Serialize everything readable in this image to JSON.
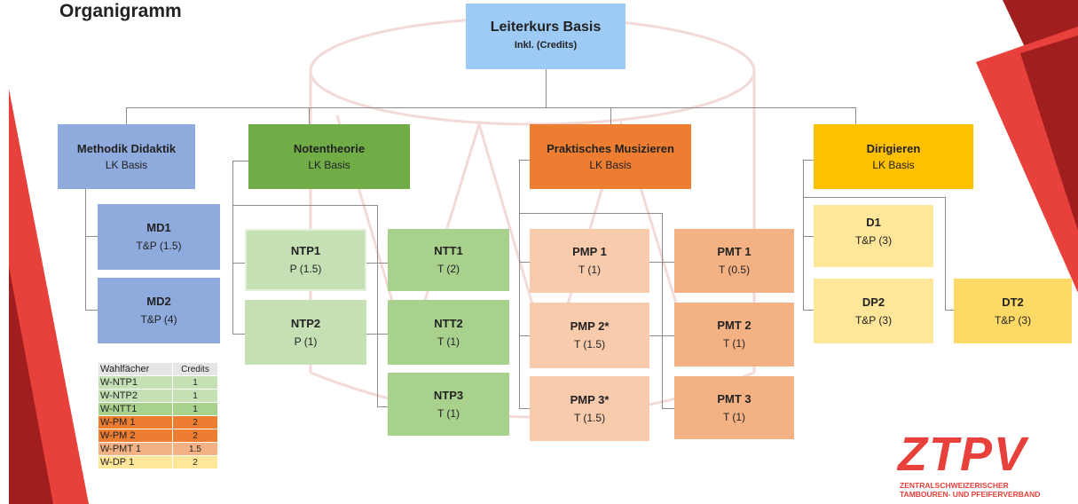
{
  "page": {
    "title": "Organigramm"
  },
  "colors": {
    "blue": "#8faadc",
    "green": "#70ad47",
    "orange": "#ed7d31",
    "yellow": "#ffc000",
    "red": "#e8403a",
    "darkred": "#a01e1e"
  },
  "root": {
    "title": "Leiterkurs Basis",
    "subtitle": "Inkl. (Credits)"
  },
  "categories": [
    {
      "title": "Methodik Didaktik",
      "subtitle": "LK Basis"
    },
    {
      "title": "Notentheorie",
      "subtitle": "LK Basis"
    },
    {
      "title": "Praktisches Musizieren",
      "subtitle": "LK Basis"
    },
    {
      "title": "Dirigieren",
      "subtitle": "LK Basis"
    }
  ],
  "md": [
    {
      "title": "MD1",
      "subtitle": "T&P (1.5)"
    },
    {
      "title": "MD2",
      "subtitle": "T&P (4)"
    }
  ],
  "ntp": [
    {
      "title": "NTP1",
      "subtitle": "P (1.5)"
    },
    {
      "title": "NTP2",
      "subtitle": "P (1)"
    }
  ],
  "ntt": [
    {
      "title": "NTT1",
      "subtitle": "T (2)"
    },
    {
      "title": "NTT2",
      "subtitle": "T (1)"
    },
    {
      "title": "NTP3",
      "subtitle": "T (1)"
    }
  ],
  "pmp": [
    {
      "title": "PMP 1",
      "subtitle": "T (1)"
    },
    {
      "title": "PMP 2*",
      "subtitle": "T (1.5)"
    },
    {
      "title": "PMP 3*",
      "subtitle": "T (1.5)"
    }
  ],
  "pmt": [
    {
      "title": "PMT 1",
      "subtitle": "T (0.5)"
    },
    {
      "title": "PMT 2",
      "subtitle": "T (1)"
    },
    {
      "title": "PMT 3",
      "subtitle": "T (1)"
    }
  ],
  "dir": [
    {
      "title": "D1",
      "subtitle": "T&P (3)"
    },
    {
      "title": "DP2",
      "subtitle": "T&P (3)"
    },
    {
      "title": "DT2",
      "subtitle": "T&P (3)"
    }
  ],
  "legend": {
    "header": [
      "Wahlfächer",
      "Credits"
    ],
    "rows": [
      {
        "name": "W-NTP1",
        "credits": "1",
        "color": "#c5e0b4"
      },
      {
        "name": "W-NTP2",
        "credits": "1",
        "color": "#c5e0b4"
      },
      {
        "name": "W-NTT1",
        "credits": "1",
        "color": "#a9d18e"
      },
      {
        "name": "W-PM 1",
        "credits": "2",
        "color": "#ed7d31"
      },
      {
        "name": "W-PM 2",
        "credits": "2",
        "color": "#ed7d31"
      },
      {
        "name": "W-PMT 1",
        "credits": "1.5",
        "color": "#f4b183"
      },
      {
        "name": "W-DP 1",
        "credits": "2",
        "color": "#ffe699"
      }
    ]
  },
  "logo": {
    "mark": "ZTPV",
    "line1": "ZENTRALSCHWEIZERISCHER",
    "line2": "TAMBOUREN- UND PFEIFERVERBAND"
  }
}
